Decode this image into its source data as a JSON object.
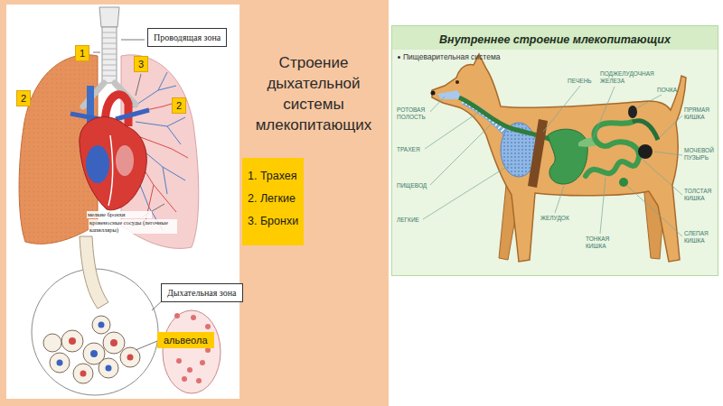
{
  "diagram": {
    "title": "Строение дыхательной системы млекопитающих",
    "nodes": [
      {
        "text": [
          "1"
        ]
      },
      {
        "text": [
          "Проводящая зона"
        ]
      },
      {
        "text": [
          "3"
        ]
      },
      {
        "text": [
          "2"
        ]
      },
      {
        "text": [
          "2"
        ]
      },
      {
        "text": [
          "Дыхательная зона"
        ]
      },
      {
        "text": [
          "альвеола"
        ]
      },
      {
        "text": [
          "1. Трахея",
          "2. Легкие",
          "3. Бронхи"
        ]
      },
      {
        "text": [
          "Внутреннее строение млекопитающих",
          "Пищеварительная система"
        ]
      }
    ],
    "labels": [
      "мелкие бронхи",
      "кровеносные сосуды (легочные капилляры)",
      "РОТОВАЯ ПОЛОСТЬ",
      "ТРАХЕЯ",
      "ПИЩЕВОД",
      "ЛЕГКИЕ",
      "ПЕЧЕНЬ",
      "ПОДЖЕЛУДОЧНАЯ ЖЕЛЕЗА",
      "ПОЧКА",
      "ПРЯМАЯ КИШКА",
      "МОЧЕВОЙ ПУЗЫРЬ",
      "ТОЛСТАЯ КИШКА",
      "СЛЕПАЯ КИШКА",
      "ЖЕЛУДОК",
      "ТОНКАЯ КИШКА"
    ]
  }
}
